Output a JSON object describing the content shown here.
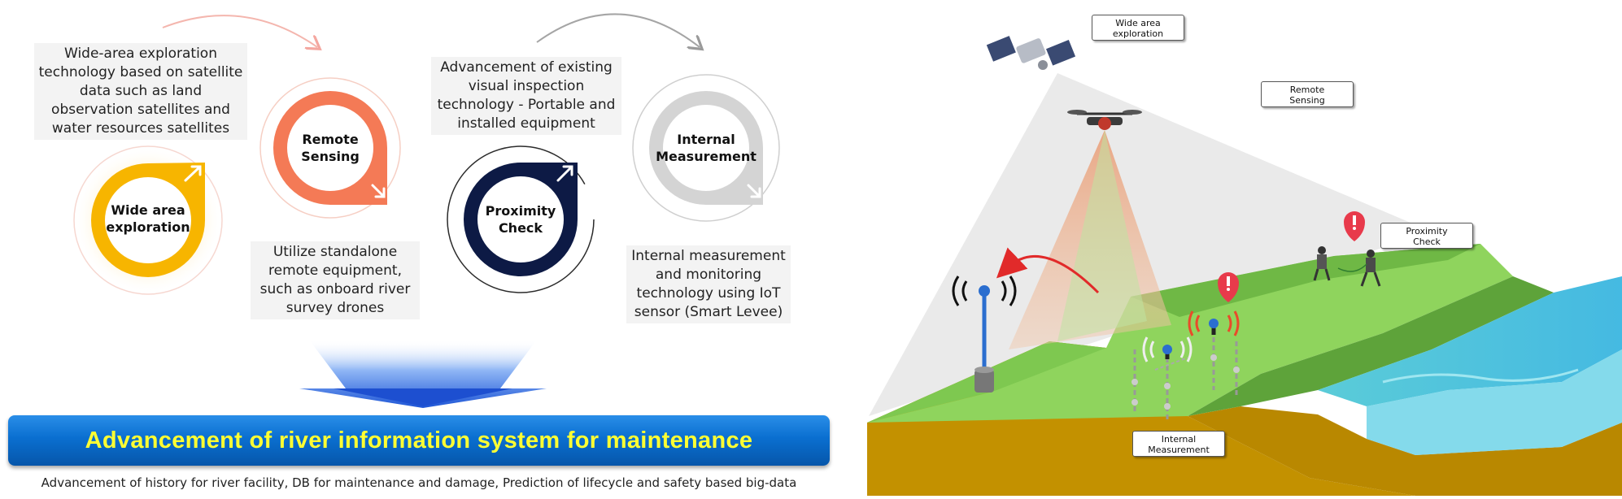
{
  "stages": [
    {
      "title": "Wide area\nexploration",
      "color": "#f7b500",
      "description": "Wide-area exploration technology based on satellite data such as land observation satellites and water resources satellites"
    },
    {
      "title": "Remote\nSensing",
      "color": "#f47a56",
      "description": "Utilize standalone remote equipment, such as onboard river survey drones"
    },
    {
      "title": "Proximity\nCheck",
      "color": "#0d1a45",
      "description": "Advancement of existing visual inspection technology - Portable and installed equipment"
    },
    {
      "title": "Internal\nMeasurement",
      "color": "#d4d4d4",
      "description": "Internal measurement and monitoring technology using IoT sensor (Smart Levee)"
    }
  ],
  "banner": {
    "title": "Advancement of river information system for maintenance",
    "subtitle": "Advancement of history for river facility, DB for maintenance and damage, Prediction of lifecycle and safety based big-data"
  },
  "scene": {
    "callouts": {
      "wide_area": "Wide area\nexploration",
      "remote": "Remote\nSensing",
      "proximity": "Proximity\nCheck",
      "internal": "Internal\nMeasurement"
    }
  }
}
